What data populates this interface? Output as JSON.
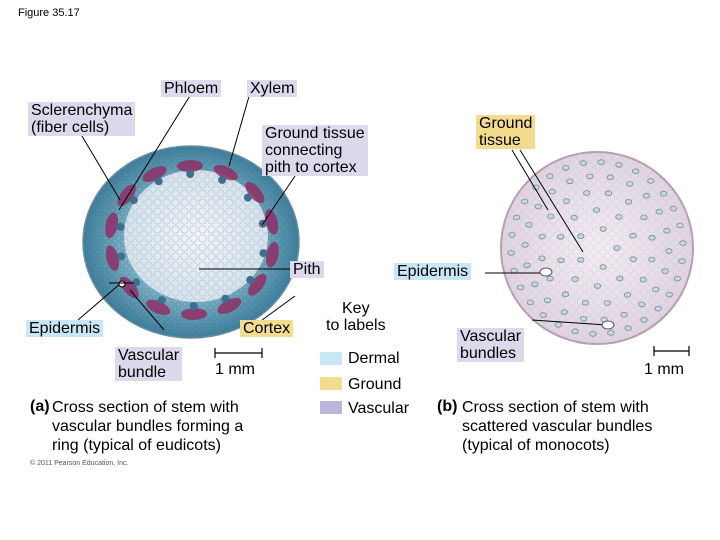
{
  "figure_label": "Figure 35.17",
  "labels": {
    "phloem": "Phloem",
    "xylem": "Xylem",
    "sclerenchyma": "Sclerenchyma\n(fiber cells)",
    "ground_tissue_connecting": "Ground tissue\nconnecting\npith to cortex",
    "ground_tissue": "Ground\ntissue",
    "pith": "Pith",
    "epidermis_a": "Epidermis",
    "epidermis_b": "Epidermis",
    "cortex": "Cortex",
    "vascular_bundle": "Vascular\nbundle",
    "vascular_bundles": "Vascular\nbundles"
  },
  "scale_a": "1 mm",
  "scale_b": "1 mm",
  "key": {
    "title": "Key\nto labels",
    "items": [
      {
        "label": "Dermal",
        "color": "#c9e6f4"
      },
      {
        "label": "Ground",
        "color": "#f4dc8e"
      },
      {
        "label": "Vascular",
        "color": "#b9b6d9"
      }
    ]
  },
  "caption_a": {
    "letter": "(a)",
    "text": "Cross section of stem with\nvascular bundles forming a\nring (typical of eudicots)"
  },
  "caption_b": {
    "letter": "(b)",
    "text": "Cross section of stem with\nscattered vascular bundles\n(typical of monocots)"
  },
  "copyright": "© 2011 Pearson Education, Inc.",
  "colors": {
    "label_box": "#dcd9ec",
    "eudicot_cortex": "#4a8ba5",
    "eudicot_pith": "#e6edf3",
    "bundle": "#8e2f66",
    "monocot_fill": "#eee2ea"
  }
}
